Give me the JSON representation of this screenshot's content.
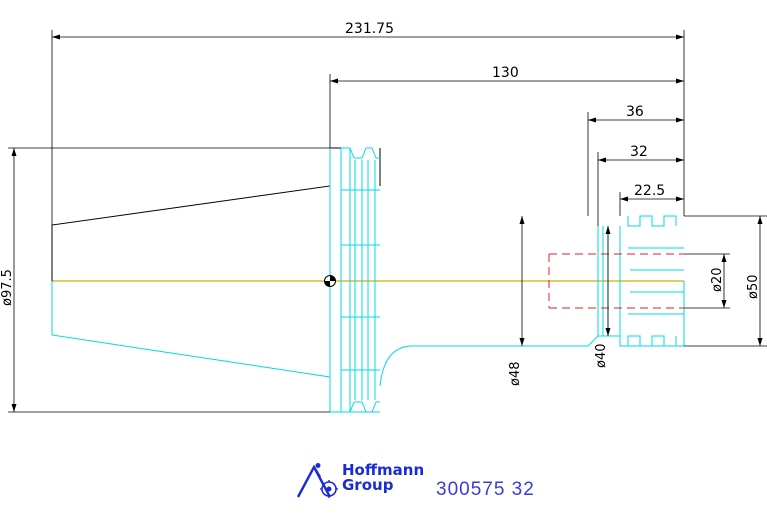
{
  "dimensions": {
    "overall_length": "231.75",
    "length_130": "130",
    "length_36": "36",
    "length_32": "32",
    "length_22_5": "22.5",
    "dia_97_5": "ø97.5",
    "dia_48": "ø48",
    "dia_40": "ø40",
    "dia_20": "ø20",
    "dia_50": "ø50"
  },
  "footer": {
    "brand_line1": "Hoffmann",
    "brand_line2": "Group",
    "part_number": "300575  32",
    "brand_color": "#1a2ad8"
  },
  "colors": {
    "outline": "#00d8e8",
    "upper_outline": "#000000",
    "centerline": "#c8b400",
    "hidden_line": "#e02020"
  }
}
